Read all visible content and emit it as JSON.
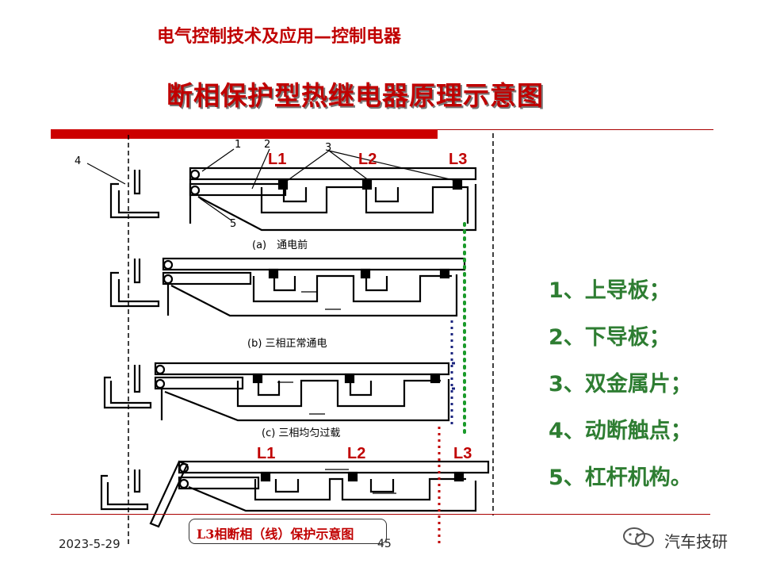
{
  "header": {
    "subtitle": "电气控制技术及应用—控制电器",
    "title": "断相保护型热继电器原理示意图"
  },
  "diagram": {
    "phase_labels_top": [
      "L1",
      "L2",
      "L3"
    ],
    "phase_labels_bottom": [
      "L1",
      "L2",
      "L3"
    ],
    "side_label_l3": "L3",
    "part_numbers": [
      "1",
      "2",
      "3",
      "4",
      "5"
    ],
    "captions": [
      "(a)　通电前",
      "(b) 三相正常通电",
      "(c) 三相均匀过载"
    ],
    "bottom_caption": "L3相断相（线）保护示意图"
  },
  "legend": [
    "1、上导板；",
    "2、下导板；",
    "3、双金属片；",
    "4、动断触点；",
    "5、杠杆机构。"
  ],
  "footer": {
    "date": "2023-5-29",
    "page": "45",
    "brand": "汽车技研"
  },
  "colors": {
    "title": "#c00000",
    "legend": "#2e7d32",
    "dotted_green": "#1a9a2a",
    "dotted_blue": "#1a237e",
    "dotted_red": "#c00000"
  }
}
